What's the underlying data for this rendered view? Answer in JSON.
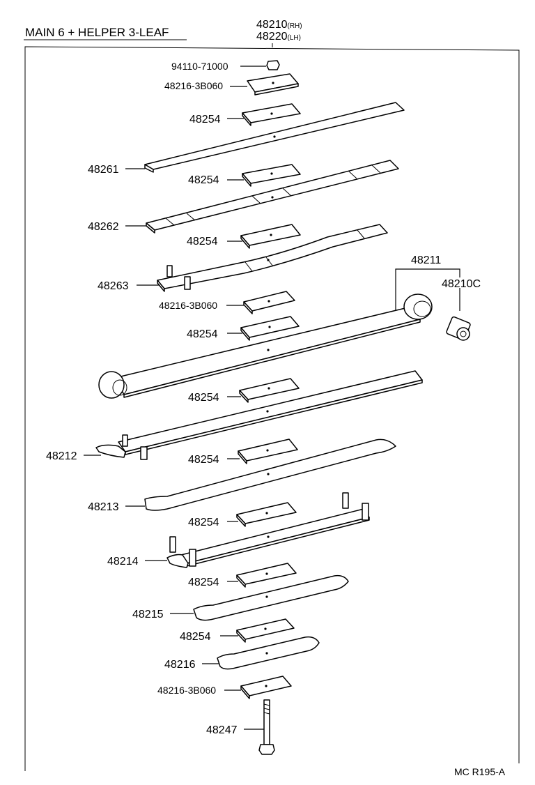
{
  "title": "MAIN 6 + HELPER 3-LEAF",
  "assembly": {
    "rh_number": "48210",
    "rh_suffix": "(RH)",
    "lh_number": "48220",
    "lh_suffix": "(LH)"
  },
  "parts": {
    "nut": "94110-71000",
    "spacer_top": "48216-3B060",
    "pad_1": "48254",
    "leaf_48261": "48261",
    "pad_2": "48254",
    "leaf_48262": "48262",
    "pad_3": "48254",
    "leaf_48263": "48263",
    "spacer_mid": "48216-3B060",
    "pad_4": "48254",
    "main_leaf": "48211",
    "bushing": "48210C",
    "pad_5": "48254",
    "leaf_48212": "48212",
    "pad_6": "48254",
    "leaf_48213": "48213",
    "pad_7": "48254",
    "leaf_48214": "48214",
    "pad_8": "48254",
    "leaf_48215": "48215",
    "pad_9": "48254",
    "leaf_48216": "48216",
    "spacer_bottom": "48216-3B060",
    "center_bolt": "48247"
  },
  "footer_code": "MC R195-A"
}
